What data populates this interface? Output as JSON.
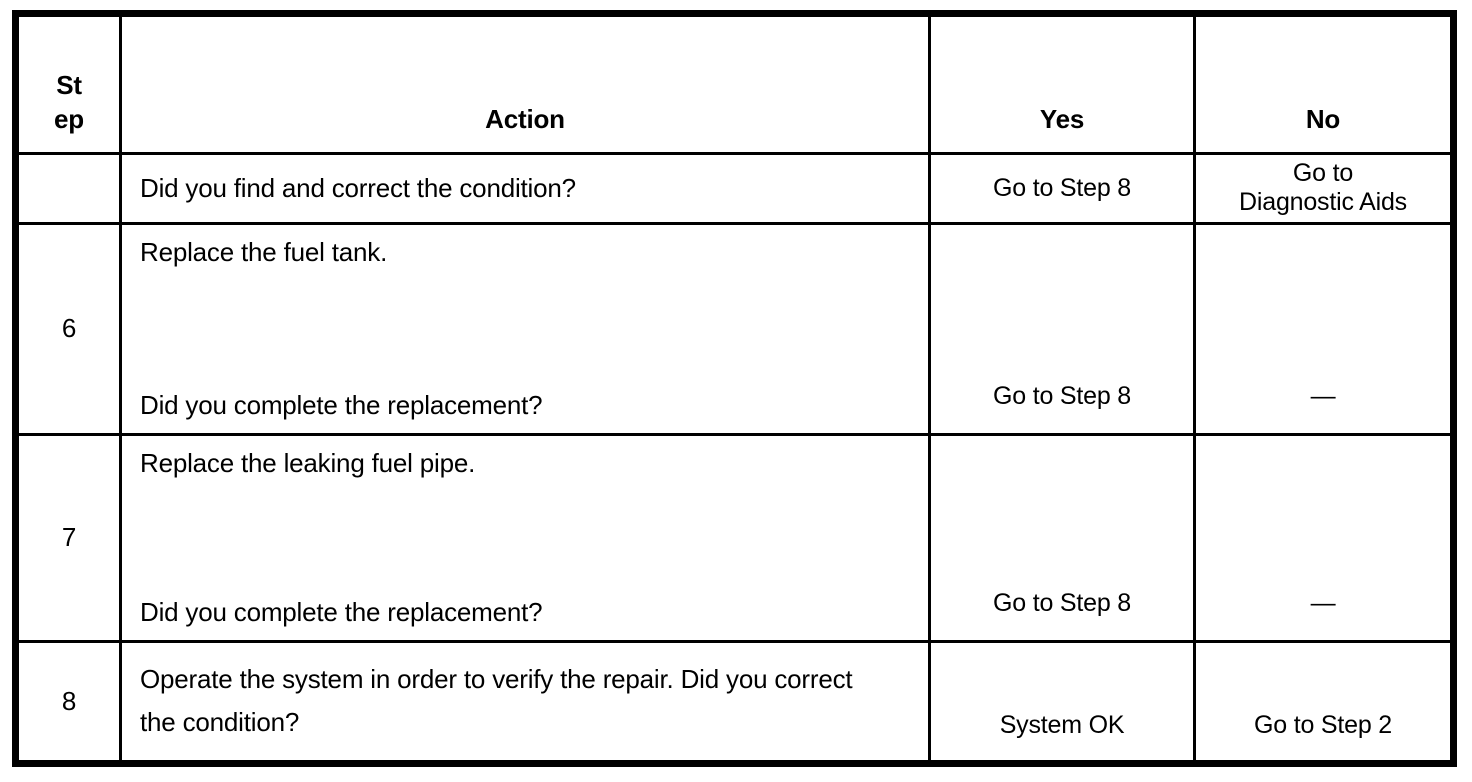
{
  "table": {
    "header": {
      "step": "St\nep",
      "action": "Action",
      "yes": "Yes",
      "no": "No"
    },
    "rows": [
      {
        "step": "",
        "action": "Did you find and correct the condition?",
        "yes": "Go to Step 8",
        "no": "Go to\nDiagnostic Aids"
      },
      {
        "step": "6",
        "action_instruction": "Replace the fuel tank.",
        "action_question": "Did you complete the replacement?",
        "yes": "Go to Step 8",
        "no": "—"
      },
      {
        "step": "7",
        "action_instruction": "Replace the leaking fuel pipe.",
        "action_question": "Did you complete the replacement?",
        "yes": "Go to Step 8",
        "no": "—"
      },
      {
        "step": "8",
        "action": "Operate the system in order to verify the repair. Did you correct the condition?",
        "yes": "System OK",
        "no": "Go to Step 2"
      }
    ],
    "colors": {
      "border": "#000000",
      "background": "#ffffff",
      "text": "#000000"
    }
  }
}
